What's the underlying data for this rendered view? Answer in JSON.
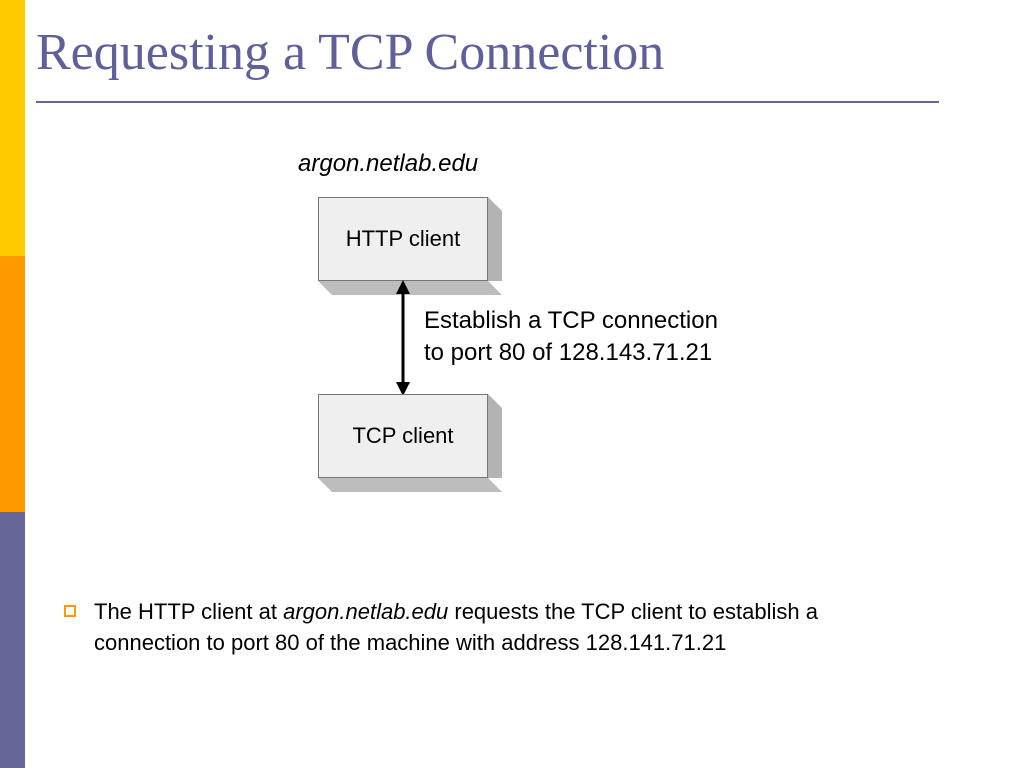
{
  "slide": {
    "title": "Requesting a TCP Connection"
  },
  "diagram": {
    "host_label": "argon.netlab.edu",
    "top_box_label": "HTTP client",
    "bottom_box_label": "TCP client",
    "connection_label_line1": "Establish a TCP connection",
    "connection_label_line2": "to port 80 of 128.143.71.21"
  },
  "bullet": {
    "text_before": "The HTTP client at ",
    "text_italic": "argon.netlab.edu",
    "text_after_line1": " requests the TCP client to  establish a",
    "text_line2": "connection to port 80 of the machine with address  128.141.71.21"
  },
  "colors": {
    "sidebar_yellow": "#FFCC00",
    "sidebar_orange": "#FF9900",
    "sidebar_purple": "#666699",
    "title": "#5F5F99",
    "bullet": "#FF9900"
  }
}
